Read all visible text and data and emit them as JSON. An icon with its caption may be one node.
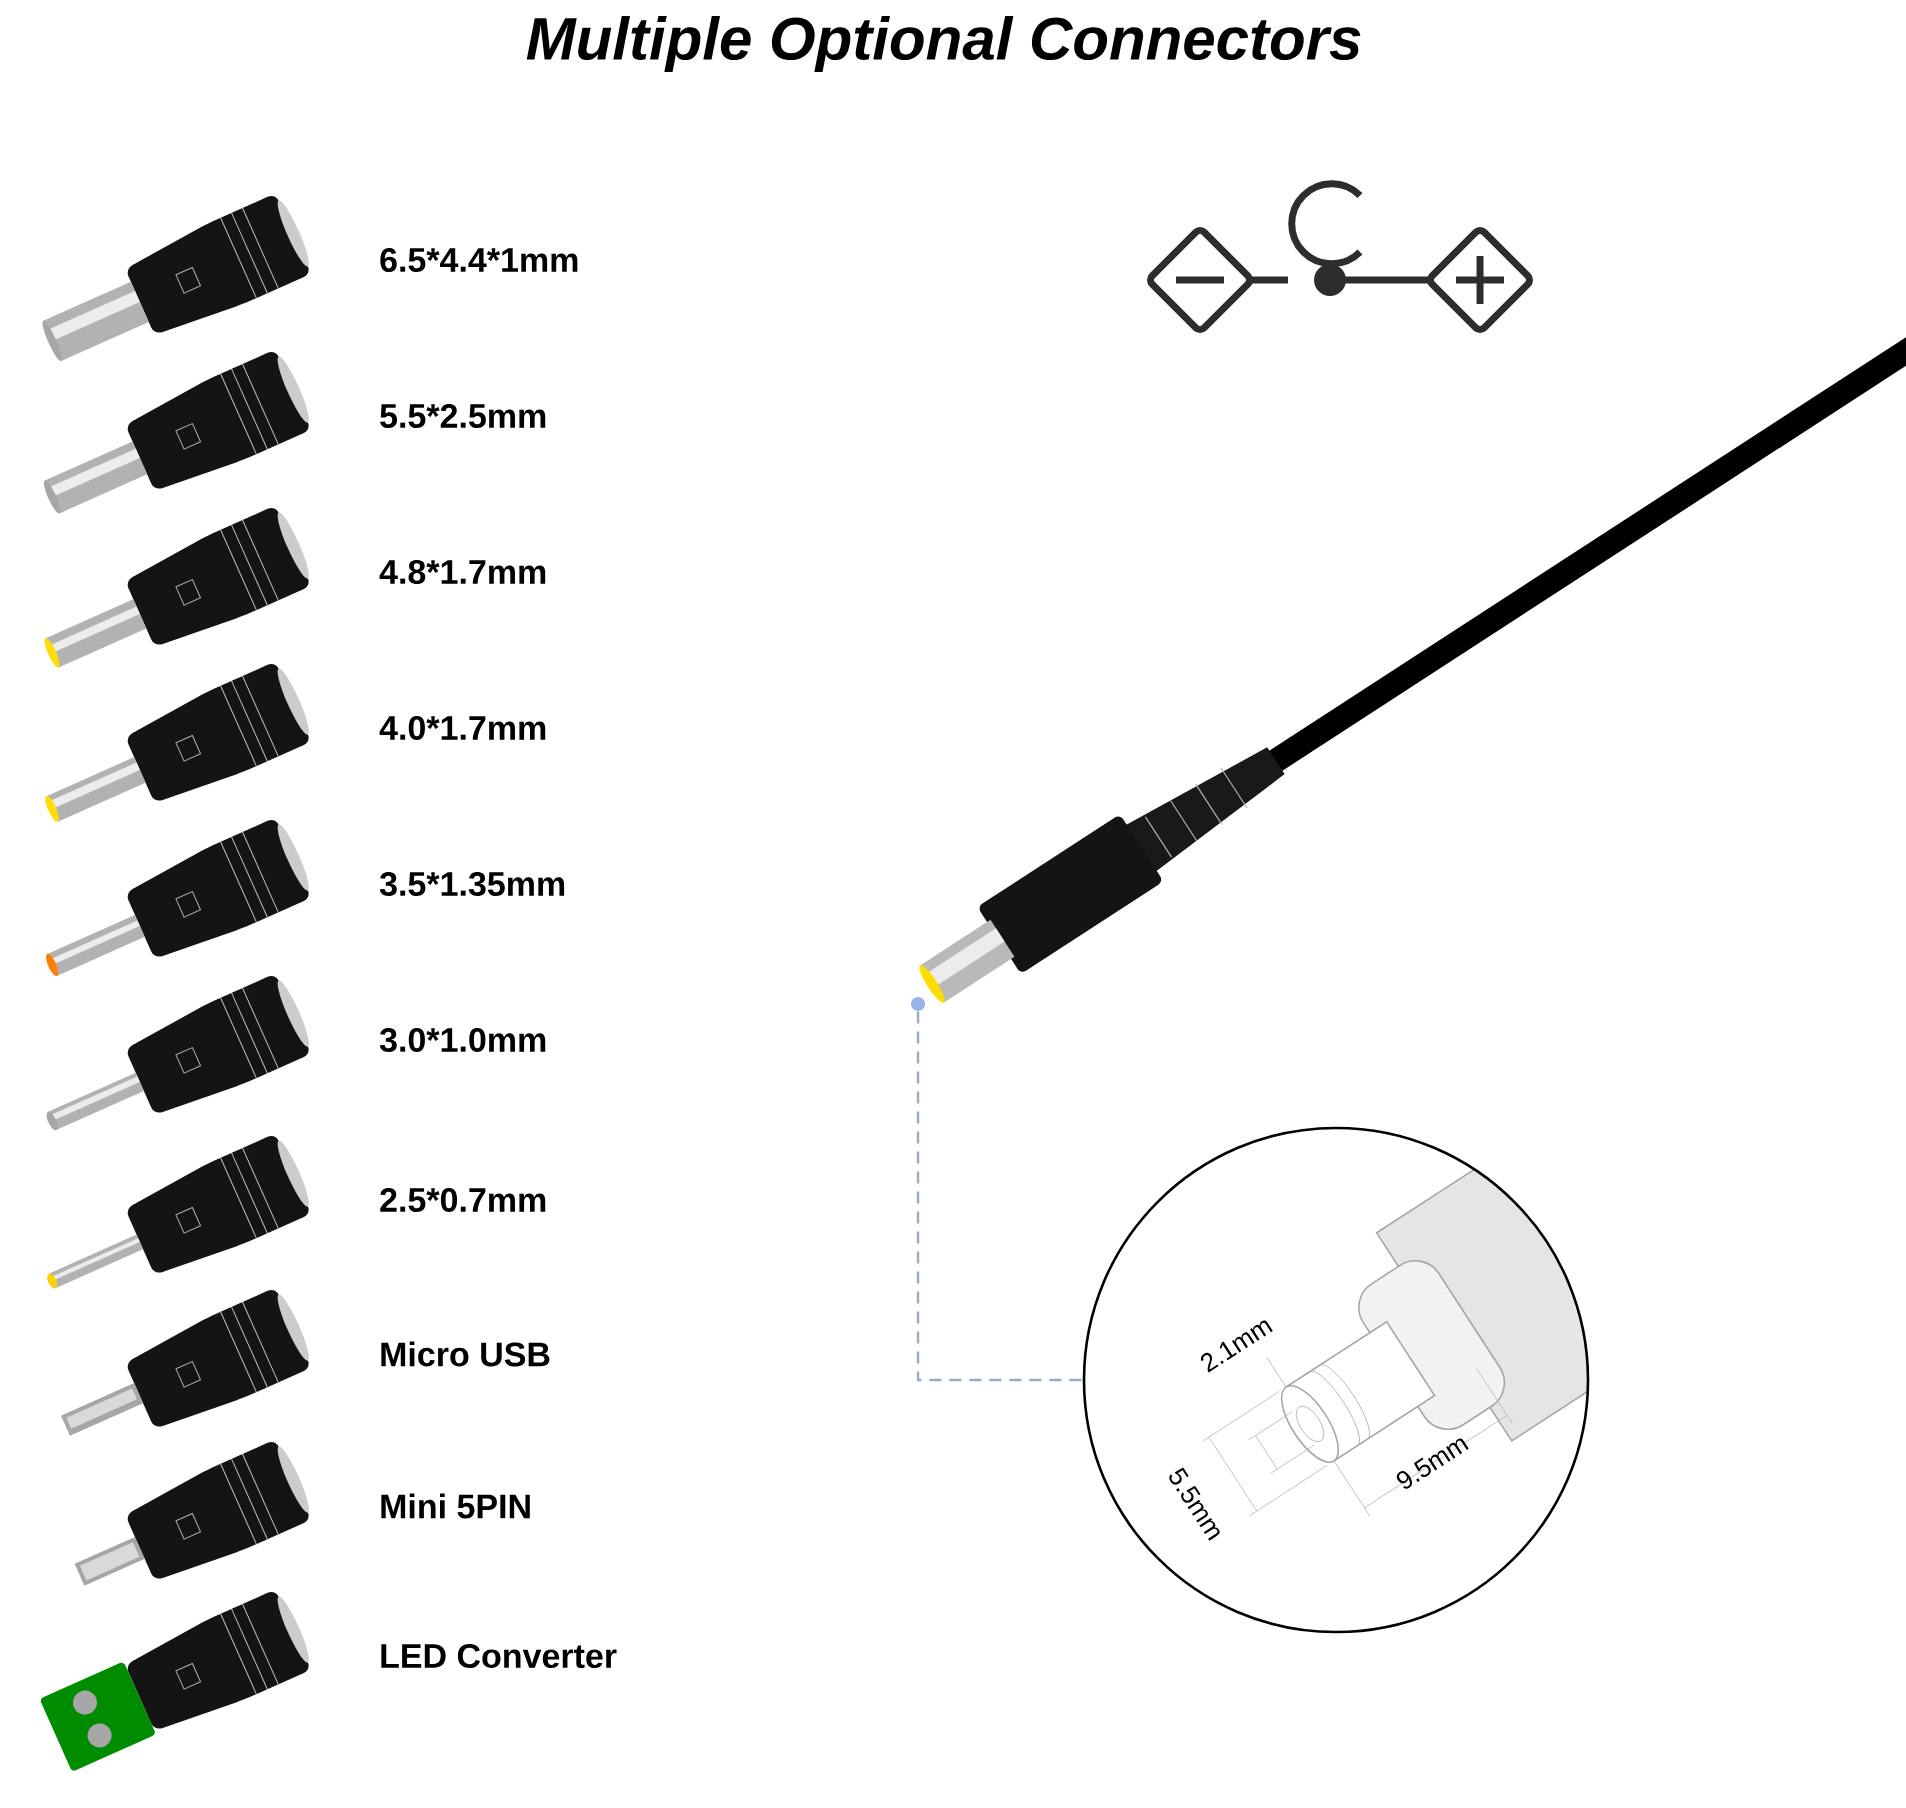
{
  "diagram": {
    "title": "Multiple Optional Connectors",
    "nodes": [
      {
        "text": [],
        "shape": "picture",
        "beside": [
          "6.5*4.4*1mm"
        ]
      },
      {
        "text": [],
        "shape": "picture",
        "beside": [
          "5.5*2.5mm"
        ]
      },
      {
        "text": [],
        "shape": "picture",
        "beside": [
          "4.8*1.7mm"
        ]
      },
      {
        "text": [],
        "shape": "picture",
        "beside": [
          "4.0*1.7mm"
        ]
      },
      {
        "text": [],
        "shape": "picture",
        "beside": [
          "3.5*1.35mm"
        ]
      },
      {
        "text": [],
        "shape": "picture",
        "beside": [
          "3.0*1.0mm"
        ]
      },
      {
        "text": [],
        "shape": "picture",
        "beside": [
          "2.5*0.7mm"
        ]
      },
      {
        "text": [],
        "shape": "picture",
        "beside": [
          "Micro USB"
        ]
      },
      {
        "text": [],
        "shape": "picture",
        "beside": [
          "Mini 5PIN"
        ]
      },
      {
        "text": [],
        "shape": "picture",
        "beside": [
          "LED Converter"
        ]
      },
      {
        "text": [],
        "shape": "picture"
      },
      {
        "text": [],
        "shape": "circle"
      }
    ],
    "edges": [
      {
        "from": 10,
        "to": 11,
        "arrow": "none",
        "style": "dashed",
        "color": "#9aaac4"
      }
    ],
    "labels": [
      "2.1mm",
      "5.5mm",
      "9.5mm"
    ]
  }
}
